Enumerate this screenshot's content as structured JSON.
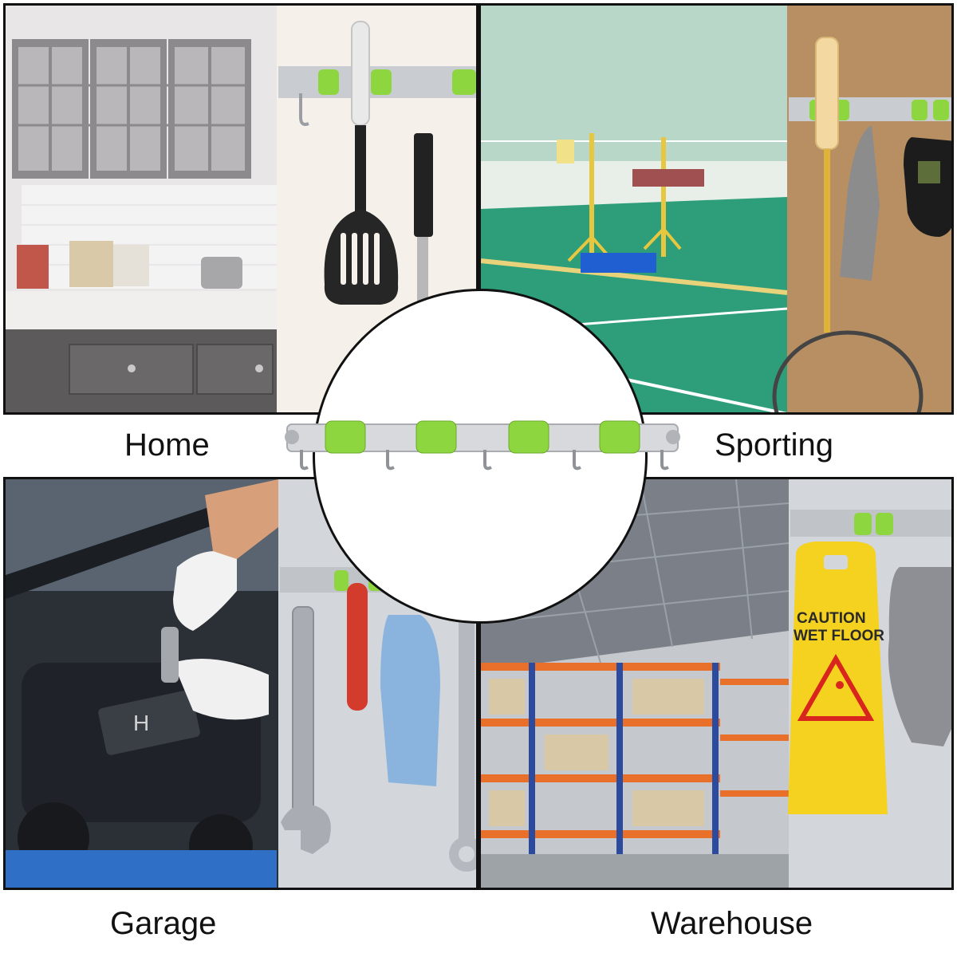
{
  "captions": {
    "home": "Home",
    "sporting": "Sporting",
    "garage": "Garage",
    "warehouse": "Warehouse"
  },
  "sign": {
    "line1": "CAUTION",
    "line2": "WET FLOOR"
  },
  "colors": {
    "clip_green": "#8ed63f",
    "rail_steel": "#c9ccd0",
    "court_green": "#2e9e7a",
    "shelf_orange": "#e8702a",
    "sign_yellow": "#f4d21f"
  }
}
